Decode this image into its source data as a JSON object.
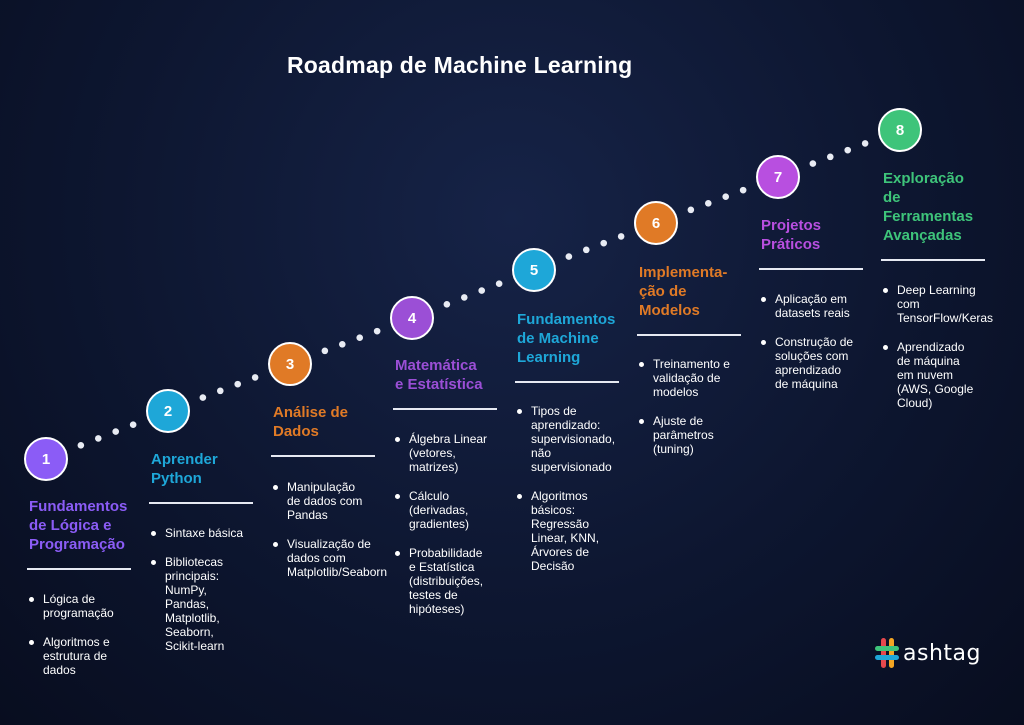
{
  "title": "Roadmap de Machine Learning",
  "steps": [
    {
      "number": "1",
      "color": "#8b5cf6",
      "heading": [
        "Fundamentos",
        "de Lógica e",
        "Programação"
      ],
      "bullets": [
        [
          "Lógica de",
          "programação"
        ],
        [
          "Algoritmos e",
          "estrutura de",
          "dados"
        ]
      ]
    },
    {
      "number": "2",
      "color": "#1ea7d8",
      "heading": [
        "Aprender",
        "Python"
      ],
      "bullets": [
        [
          "Sintaxe básica"
        ],
        [
          "Bibliotecas",
          "principais:",
          "NumPy,",
          "Pandas,",
          "Matplotlib,",
          "Seaborn,",
          "Scikit-learn"
        ]
      ]
    },
    {
      "number": "3",
      "color": "#e07a26",
      "heading": [
        "Análise de",
        "Dados"
      ],
      "bullets": [
        [
          "Manipulação",
          "de dados com",
          "Pandas"
        ],
        [
          "Visualização de",
          "dados com",
          "Matplotlib/Seaborn"
        ]
      ]
    },
    {
      "number": "4",
      "color": "#9b4fd6",
      "heading": [
        "Matemática",
        "e Estatística"
      ],
      "bullets": [
        [
          "Álgebra Linear",
          "(vetores,",
          "matrizes)"
        ],
        [
          "Cálculo",
          "(derivadas,",
          "gradientes)"
        ],
        [
          "Probabilidade",
          "e Estatística",
          "(distribuições,",
          "testes de",
          "hipóteses)"
        ]
      ]
    },
    {
      "number": "5",
      "color": "#1ea7d8",
      "heading": [
        "Fundamentos",
        "de Machine",
        "Learning"
      ],
      "bullets": [
        [
          "Tipos de",
          "aprendizado:",
          "supervisionado,",
          "não",
          "supervisionado"
        ],
        [
          "Algoritmos",
          "básicos:",
          "Regressão",
          "Linear, KNN,",
          "Árvores de",
          "Decisão"
        ]
      ]
    },
    {
      "number": "6",
      "color": "#e07a26",
      "heading": [
        "Implementa-",
        "ção de",
        "Modelos"
      ],
      "bullets": [
        [
          "Treinamento e",
          "validação de",
          "modelos"
        ],
        [
          "Ajuste de",
          "parâmetros",
          "(tuning)"
        ]
      ]
    },
    {
      "number": "7",
      "color": "#b84fe0",
      "heading": [
        "Projetos",
        "Práticos"
      ],
      "bullets": [
        [
          "Aplicação em",
          "datasets reais"
        ],
        [
          "Construção de",
          "soluções com",
          "aprendizado",
          "de máquina"
        ]
      ]
    },
    {
      "number": "8",
      "color": "#3ec47a",
      "heading": [
        "Exploração",
        "de",
        "Ferramentas",
        "Avançadas"
      ],
      "bullets": [
        [
          "Deep Learning",
          "com",
          "TensorFlow/Keras"
        ],
        [
          "Aprendizado",
          "de máquina",
          "em nuvem",
          "(AWS, Google",
          "Cloud)"
        ]
      ]
    }
  ],
  "logo": {
    "text": "ashtag",
    "colors": [
      "#e5484d",
      "#f5a623",
      "#3ec47a",
      "#1ea7d8"
    ]
  }
}
